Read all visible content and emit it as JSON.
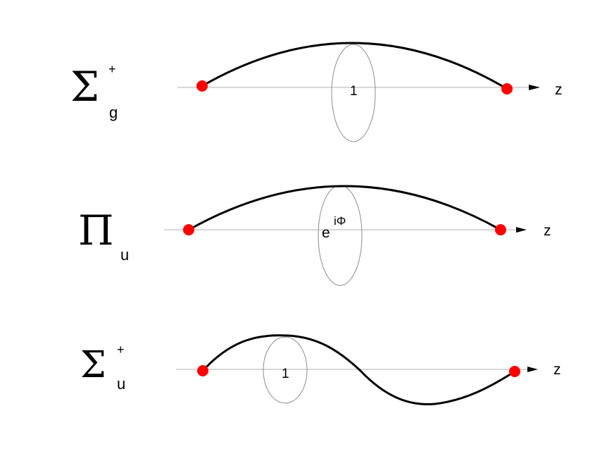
{
  "diagrams": [
    {
      "symbol": "Σ",
      "superscript": "+",
      "subscript": "g",
      "phase_label_main": "1",
      "phase_label_sup": "",
      "axis_label": "z"
    },
    {
      "symbol": "Π",
      "superscript": "",
      "subscript": "u",
      "phase_label_main": "e",
      "phase_label_sup": "iΦ",
      "axis_label": "z"
    },
    {
      "symbol": "Σ",
      "superscript": "+",
      "subscript": "u",
      "phase_label_main": "1",
      "phase_label_sup": "",
      "axis_label": "z"
    }
  ],
  "colors": {
    "endpoint": "#ff0000",
    "curve": "#000000",
    "axis": "#b0b0b0",
    "ellipse": "#8c8c8c"
  }
}
